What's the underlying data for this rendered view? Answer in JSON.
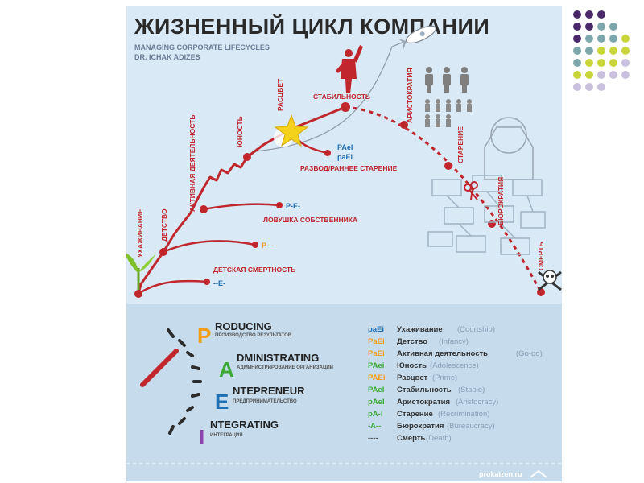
{
  "title": "ЖИЗНЕННЫЙ ЦИКЛ КОМПАНИИ",
  "subtitle_1": "MANAGING CORPORATE LIFECYCLES",
  "subtitle_2": "DR. ICHAK ADIZES",
  "stages": {
    "courtship": "УХАЖИВАНИЕ",
    "infancy": "ДЕТСТВО",
    "gogo": "АКТИВНАЯ ДЕЯТЕЛЬНОСТЬ",
    "adolescence": "ЮНОСТЬ",
    "prime": "РАСЦВЕТ",
    "stable": "СТАБИЛЬНОСТЬ",
    "aristocracy": "АРИСТОКРАТИЯ",
    "recrimination": "СТАРЕНИЕ",
    "bureaucracy": "БЮРОКРАТИЯ",
    "death": "СМЕРТЬ"
  },
  "traps": {
    "divorce": "РАЗВОД/РАННЕЕ СТАРЕНИЕ",
    "divorce_code_1": "PAeI",
    "divorce_code_2": "paEi",
    "founder": "ЛОВУШКА СОБСТВЕННИКА",
    "founder_code": "P-E-",
    "infant": "ДЕТСКАЯ СМЕРТНОСТЬ",
    "infant_code": "P---",
    "affair_code": "--E-"
  },
  "paei": [
    {
      "letter": "P",
      "name": "RODUCING",
      "desc": "ПРОИЗВОДСТВО РЕЗУЛЬТАТОВ",
      "color": "#f39c12"
    },
    {
      "letter": "A",
      "name": "DMINISTRATING",
      "desc": "АДМИНИСТРИРОВАНИЕ ОРГАНИЗАЦИИ",
      "color": "#3aaa35"
    },
    {
      "letter": "E",
      "name": "NTEPRENEUR",
      "desc": "ПРЕДПРИНИМАТЕЛЬСТВО",
      "color": "#1f6fb5"
    },
    {
      "letter": "I",
      "name": "NTEGRATING",
      "desc": "ИНТЕГРАЦИЯ",
      "color": "#8e44ad"
    }
  ],
  "legend": [
    {
      "code": "paEi",
      "name": "Ухаживание",
      "eng": "(Courtship)"
    },
    {
      "code": "PaEi",
      "name": "Детство",
      "eng": "(Infancy)"
    },
    {
      "code": "PaEi",
      "name": "Активная деятельность",
      "eng": "(Go-go)"
    },
    {
      "code": "PAei",
      "name": "Юность",
      "eng": "(Adolescence)"
    },
    {
      "code": "PAEi",
      "name": "Расцвет",
      "eng": "(Prime)"
    },
    {
      "code": "PAeI",
      "name": "Стабильность",
      "eng": "(Stable)"
    },
    {
      "code": "pAeI",
      "name": "Аристократия",
      "eng": "(Aristocracy)"
    },
    {
      "code": "pA-i",
      "name": "Старение",
      "eng": "(Recrimination)"
    },
    {
      "code": "-A--",
      "name": "Бюрократия",
      "eng": "(Bureaucracy)"
    },
    {
      "code": "----",
      "name": "Смерть",
      "eng": "(Death)"
    }
  ],
  "footer": "prokaizen.ru",
  "colors": {
    "curve": "#c0262c",
    "paei_p": "#f39c12",
    "paei_a": "#3aaa35",
    "paei_e": "#1f6fb5",
    "paei_i": "#8e44ad",
    "deco_purple": "#4b2a6b",
    "deco_teal": "#7ea7ab",
    "deco_yellow": "#c9d63a",
    "deco_lavender": "#c9c0dd"
  },
  "icons": [
    "seedling-icon",
    "star-icon",
    "person-icon",
    "rocket-icon",
    "people-icon",
    "scissors-icon",
    "skull-icon",
    "sweater-icon",
    "org-chart-icon"
  ]
}
